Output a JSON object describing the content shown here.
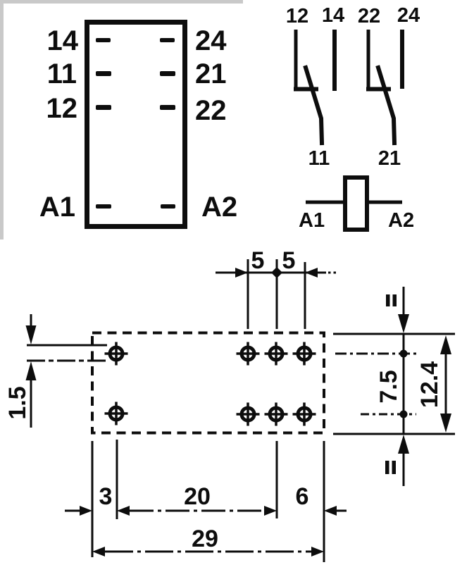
{
  "pin_view": {
    "left_pins": [
      "14",
      "11",
      "12",
      "A1"
    ],
    "right_pins": [
      "24",
      "21",
      "22",
      "A2"
    ]
  },
  "schematic": {
    "top_terminals": [
      "12",
      "14",
      "22",
      "24"
    ],
    "common_terminals": [
      "11",
      "21"
    ],
    "coil_terminals": [
      "A1",
      "A2"
    ]
  },
  "dimensions": {
    "pitch": [
      "5",
      "5"
    ],
    "hole_dia": "1.5",
    "row_pitch": "7.5",
    "height": "12.4",
    "offset_left": "3",
    "span": "20",
    "offset_right": "6",
    "total_width": "29",
    "equal_marks": [
      "‖",
      "‖"
    ]
  },
  "colors": {
    "ink": "#0d0d0d",
    "paper": "#ffffff"
  }
}
